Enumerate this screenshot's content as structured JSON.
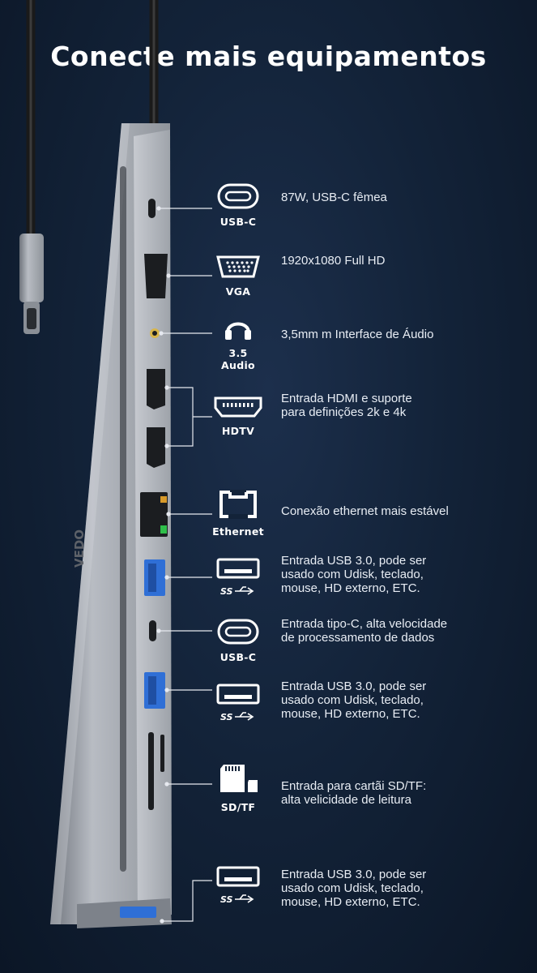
{
  "title": "Conecte mais equipamentos",
  "brand": "VEDO",
  "ports": [
    {
      "label": "USB-C",
      "icon": "usb-c-icon",
      "description": [
        "87W, USB-C fêmea"
      ]
    },
    {
      "label": "VGA",
      "icon": "vga-icon",
      "description": [
        "1920x1080 Full HD"
      ]
    },
    {
      "label": "3.5 Audio",
      "icon": "headphones-icon",
      "description": [
        "3,5mm m Interface de Áudio"
      ]
    },
    {
      "label": "HDTV",
      "icon": "hdmi-icon",
      "description": [
        "Entrada HDMI e suporte",
        "para definições 2k e 4k"
      ]
    },
    {
      "label": "Ethernet",
      "icon": "ethernet-icon",
      "description": [
        "Conexão ethernet mais estável"
      ]
    },
    {
      "label": "",
      "icon": "usb-a-superspeed-icon",
      "description": [
        "Entrada USB 3.0, pode ser",
        "usado com Udisk, teclado,",
        "mouse, HD externo, ETC."
      ]
    },
    {
      "label": "USB-C",
      "icon": "usb-c-icon",
      "description": [
        "Entrada tipo-C, alta velocidade",
        "de processamento de dados"
      ]
    },
    {
      "label": "",
      "icon": "usb-a-superspeed-icon",
      "description": [
        "Entrada USB 3.0, pode ser",
        "usado com Udisk, teclado,",
        "mouse, HD externo, ETC."
      ]
    },
    {
      "label": "SD/TF",
      "icon": "sd-tf-card-icon",
      "description": [
        "Entrada para cartãi SD/TF:",
        "alta velicidade de leitura"
      ]
    },
    {
      "label": "",
      "icon": "usb-a-superspeed-icon",
      "description": [
        "Entrada USB 3.0, pode ser",
        "usado com Udisk, teclado,",
        "mouse, HD externo, ETC."
      ]
    }
  ],
  "colors": {
    "background": "#132339",
    "device_body": "#a9adb4",
    "port_blue": "#2f6fd6",
    "ethernet_led": "#2fbf4a"
  }
}
